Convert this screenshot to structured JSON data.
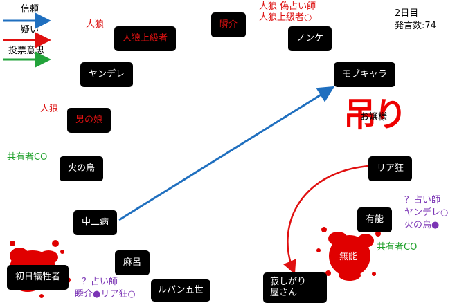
{
  "legend": {
    "trust": "信頼",
    "doubt": "疑い",
    "vote": "投票意思"
  },
  "status": {
    "day": "2日目",
    "statements": "発言数:74"
  },
  "colors": {
    "trust_arrow": "#1f6fbf",
    "doubt_arrow": "#e01010",
    "vote_arrow": "#22a33a",
    "suspect_text": "#dd1111",
    "co_text": "#1fa02b",
    "result_text": "#7b34b5"
  },
  "players": {
    "jinro_joukyuusha": "人狼上級者",
    "shunsuke": "瞬介",
    "nonke": "ノンケ",
    "yandere": "ヤンデレ",
    "mobu_kyara": "モブキャラ",
    "otokonoko": "男の娘",
    "ojousama": "お嬢様",
    "hi_no_tori": "火の鳥",
    "riakyou": "リア狂",
    "chuunibyou": "中二病",
    "yuunou": "有能",
    "muno": "無能",
    "shonichi_giseisha": "初日犠牲者",
    "maro": "麻呂",
    "lupin": "ルパン五世",
    "sabishigariya_line1": "寂しがり",
    "sabishigariya_line2": "屋さん"
  },
  "notes": {
    "jinro_a": "人狼",
    "shunsuke_line1": "人狼 偽占い師",
    "shunsuke_line2": "人狼上級者○",
    "jinro_b": "人狼",
    "kyouyuu_a": "共有者CO",
    "kyouyuu_b": "共有者CO",
    "yuunou_line1": "？占い師",
    "yuunou_line2": "ヤンデレ○",
    "yuunou_line3": "火の鳥●",
    "lupin_line1": "？占い師",
    "lupin_line2": "瞬介●リア狂○"
  },
  "stamp": {
    "hanged": "吊り"
  },
  "icons": {
    "trust_arrow": "arrow-right-blue",
    "doubt_arrow": "arrow-right-red",
    "vote_arrow": "arrow-right-green",
    "blood_splatter": "blood-splatter"
  }
}
